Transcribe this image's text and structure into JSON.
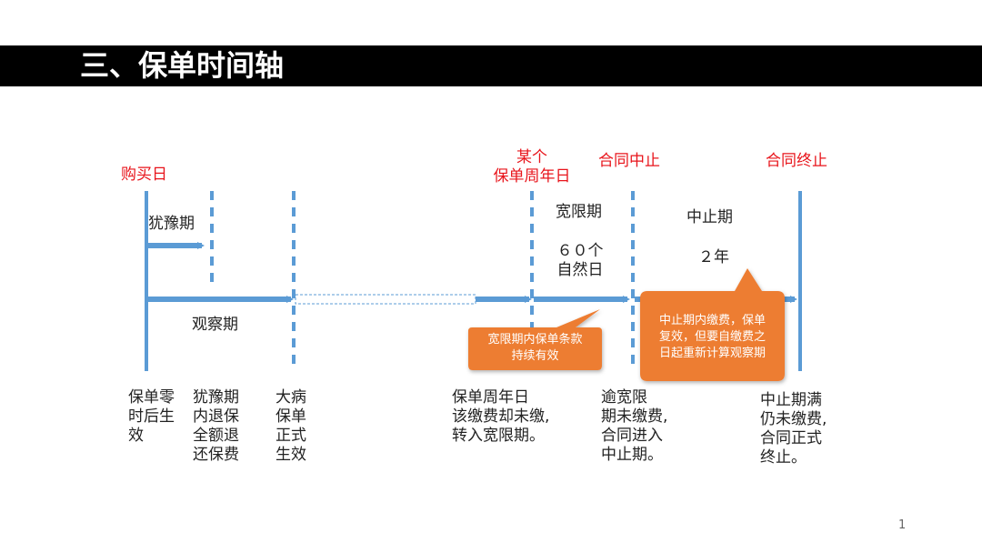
{
  "title": "三、保单时间轴",
  "markers": {
    "purchase_day": "购买日",
    "anniversary_line1": "某个",
    "anniversary_line2": "保单周年日",
    "contract_suspend": "合同中止",
    "contract_terminate": "合同终止"
  },
  "periods": {
    "cooling_off": "犹豫期",
    "observation": "观察期",
    "grace": "宽限期",
    "grace_days_line1": "６０个",
    "grace_days_line2": "自然日",
    "suspension": "中止期",
    "suspension_years": "２年"
  },
  "callouts": {
    "grace_line1": "宽限期内保单条款",
    "grace_line2": "持续有效",
    "suspension_line1": "中止期内缴费，保单",
    "suspension_line2": "复效，但要自缴费之",
    "suspension_line3": "日起重新计算观察期"
  },
  "descriptions": {
    "d1": [
      "保单零",
      "时后生",
      "效"
    ],
    "d2": [
      "犹豫期",
      "内退保",
      "全额退",
      "还保费"
    ],
    "d3": [
      "大病",
      "保单",
      "正式",
      "生效"
    ],
    "d4": [
      "保单周年日",
      "该缴费却未缴,",
      "转入宽限期。"
    ],
    "d5": [
      "逾宽限",
      "期未缴费,",
      "合同进入",
      "中止期。"
    ],
    "d6": [
      "中止期满",
      "仍未缴费,",
      "合同正式",
      "终止。"
    ]
  },
  "colors": {
    "axis_blue": "#5b9bd5",
    "marker_red": "#e8141b",
    "callout_orange": "#ed7d31"
  },
  "page_number": "1"
}
